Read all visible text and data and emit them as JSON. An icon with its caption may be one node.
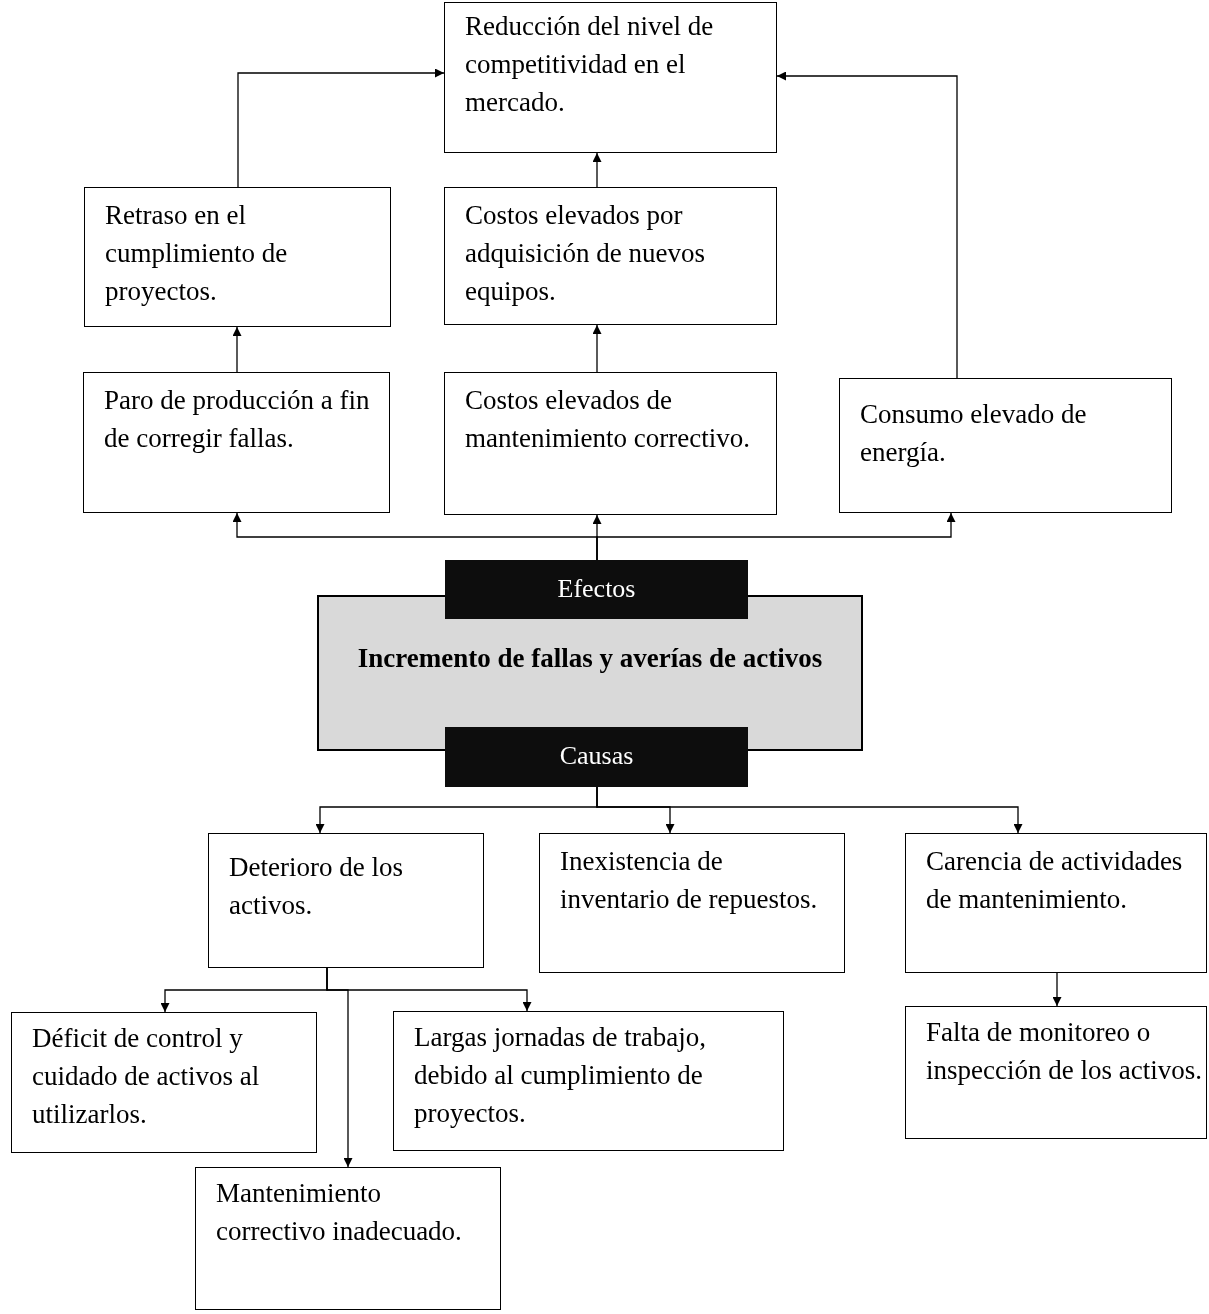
{
  "diagram": {
    "nodes": [
      {
        "text": [
          "Reducción del nivel de competitividad en el mercado."
        ]
      },
      {
        "text": [
          "Retraso en  el cumplimiento de proyectos."
        ]
      },
      {
        "text": [
          "Costos elevados por adquisición de nuevos equipos."
        ]
      },
      {
        "text": [
          "Paro de producción a fin de corregir fallas."
        ]
      },
      {
        "text": [
          "Costos elevados de mantenimiento correctivo."
        ]
      },
      {
        "text": [
          "Consumo elevado de energía."
        ]
      },
      {
        "text": [
          "Incremento de fallas y averías de activos"
        ]
      },
      {
        "text": [
          "Efectos"
        ]
      },
      {
        "text": [
          "Causas"
        ]
      },
      {
        "text": [
          "Deterioro de los activos."
        ]
      },
      {
        "text": [
          "Inexistencia de inventario de repuestos."
        ]
      },
      {
        "text": [
          "Carencia de actividades de mantenimiento."
        ]
      },
      {
        "text": [
          "Déficit de control y cuidado de activos al utilizarlos."
        ]
      },
      {
        "text": [
          "Largas jornadas de trabajo, debido al cumplimiento de proyectos."
        ]
      },
      {
        "text": [
          "Falta de monitoreo o inspección de los activos."
        ]
      },
      {
        "text": [
          "Mantenimiento correctivo inadecuado."
        ]
      }
    ],
    "edges": [
      {
        "from": 1,
        "to": 0,
        "arrow": "to"
      },
      {
        "from": 2,
        "to": 0,
        "arrow": "to"
      },
      {
        "from": 5,
        "to": 0,
        "arrow": "to"
      },
      {
        "from": 3,
        "to": 1,
        "arrow": "to"
      },
      {
        "from": 4,
        "to": 2,
        "arrow": "to"
      },
      {
        "from": 7,
        "to": 3,
        "arrow": "to"
      },
      {
        "from": 7,
        "to": 4,
        "arrow": "to"
      },
      {
        "from": 7,
        "to": 5,
        "arrow": "to"
      },
      {
        "from": 8,
        "to": 9,
        "arrow": "to"
      },
      {
        "from": 8,
        "to": 10,
        "arrow": "to"
      },
      {
        "from": 8,
        "to": 11,
        "arrow": "to"
      },
      {
        "from": 9,
        "to": 12,
        "arrow": "to"
      },
      {
        "from": 9,
        "to": 13,
        "arrow": "to"
      },
      {
        "from": 9,
        "to": 15,
        "arrow": "to"
      },
      {
        "from": 11,
        "to": 14,
        "arrow": "to"
      }
    ]
  }
}
